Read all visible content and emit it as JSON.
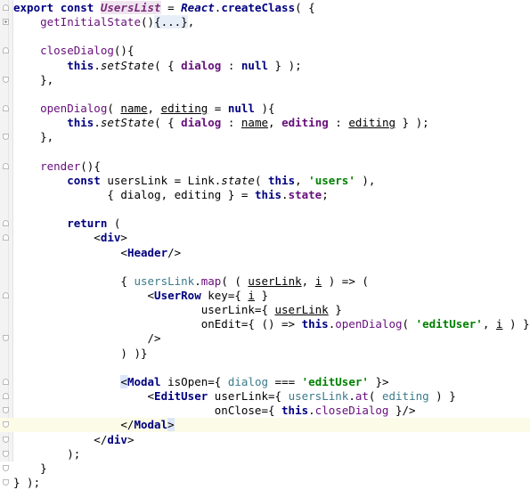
{
  "editor": {
    "language": "javascript-jsx",
    "lines": [
      {
        "kind": "fold-start",
        "segments": [
          {
            "t": "export ",
            "c": "kw"
          },
          {
            "t": "const ",
            "c": "kw"
          },
          {
            "t": "UsersList",
            "c": "usr"
          },
          {
            "t": " = ",
            "c": ""
          },
          {
            "t": "React",
            "c": "kw it"
          },
          {
            "t": ".",
            "c": ""
          },
          {
            "t": "createClass",
            "c": "kw"
          },
          {
            "t": "( {",
            "c": ""
          }
        ]
      },
      {
        "kind": "fold-plus",
        "segments": [
          {
            "t": "    getInitialState",
            "c": "mem"
          },
          {
            "t": "()",
            "c": ""
          },
          {
            "t": "{...}",
            "c": "fld"
          },
          {
            "t": ",",
            "c": ""
          }
        ]
      },
      {
        "kind": "",
        "segments": []
      },
      {
        "kind": "fold-start",
        "segments": [
          {
            "t": "    closeDialog",
            "c": "mem"
          },
          {
            "t": "(){",
            "c": ""
          }
        ]
      },
      {
        "kind": "",
        "segments": [
          {
            "t": "        this",
            "c": "kw"
          },
          {
            "t": ".",
            "c": ""
          },
          {
            "t": "setState",
            "c": "it"
          },
          {
            "t": "( { ",
            "c": ""
          },
          {
            "t": "dialog",
            "c": "prop"
          },
          {
            "t": " : ",
            "c": ""
          },
          {
            "t": "null",
            "c": "kw"
          },
          {
            "t": " } );",
            "c": ""
          }
        ]
      },
      {
        "kind": "fold-end",
        "segments": [
          {
            "t": "    },",
            "c": ""
          }
        ]
      },
      {
        "kind": "",
        "segments": []
      },
      {
        "kind": "fold-start",
        "segments": [
          {
            "t": "    openDialog",
            "c": "mem"
          },
          {
            "t": "( ",
            "c": ""
          },
          {
            "t": "name",
            "c": "und"
          },
          {
            "t": ", ",
            "c": ""
          },
          {
            "t": "editing",
            "c": "und"
          },
          {
            "t": " = ",
            "c": ""
          },
          {
            "t": "null",
            "c": "kw"
          },
          {
            "t": " ){",
            "c": ""
          }
        ]
      },
      {
        "kind": "",
        "segments": [
          {
            "t": "        this",
            "c": "kw"
          },
          {
            "t": ".",
            "c": ""
          },
          {
            "t": "setState",
            "c": "it"
          },
          {
            "t": "( { ",
            "c": ""
          },
          {
            "t": "dialog",
            "c": "prop"
          },
          {
            "t": " : ",
            "c": ""
          },
          {
            "t": "name",
            "c": "und"
          },
          {
            "t": ", ",
            "c": ""
          },
          {
            "t": "editing",
            "c": "prop"
          },
          {
            "t": " : ",
            "c": ""
          },
          {
            "t": "editing",
            "c": "und"
          },
          {
            "t": " } );",
            "c": ""
          }
        ]
      },
      {
        "kind": "fold-end",
        "segments": [
          {
            "t": "    },",
            "c": ""
          }
        ]
      },
      {
        "kind": "",
        "segments": []
      },
      {
        "kind": "fold-start",
        "segments": [
          {
            "t": "    render",
            "c": "mem"
          },
          {
            "t": "(){",
            "c": ""
          }
        ]
      },
      {
        "kind": "",
        "segments": [
          {
            "t": "        const ",
            "c": "kw"
          },
          {
            "t": "usersLink = Link.",
            "c": ""
          },
          {
            "t": "state",
            "c": "it"
          },
          {
            "t": "( ",
            "c": ""
          },
          {
            "t": "this",
            "c": "kw"
          },
          {
            "t": ", ",
            "c": ""
          },
          {
            "t": "'users'",
            "c": "str"
          },
          {
            "t": " ),",
            "c": ""
          }
        ]
      },
      {
        "kind": "",
        "segments": [
          {
            "t": "              { dialog, editing } = ",
            "c": ""
          },
          {
            "t": "this",
            "c": "kw"
          },
          {
            "t": ".",
            "c": ""
          },
          {
            "t": "state",
            "c": "prop"
          },
          {
            "t": ";",
            "c": ""
          }
        ]
      },
      {
        "kind": "",
        "segments": []
      },
      {
        "kind": "fold-start",
        "segments": [
          {
            "t": "        return ",
            "c": "kw"
          },
          {
            "t": "(",
            "c": ""
          }
        ]
      },
      {
        "kind": "fold-start",
        "segments": [
          {
            "t": "            <",
            "c": ""
          },
          {
            "t": "div",
            "c": "tag"
          },
          {
            "t": ">",
            "c": ""
          }
        ]
      },
      {
        "kind": "",
        "segments": [
          {
            "t": "                <",
            "c": ""
          },
          {
            "t": "Header",
            "c": "tag"
          },
          {
            "t": "/>",
            "c": ""
          }
        ]
      },
      {
        "kind": "",
        "segments": []
      },
      {
        "kind": "",
        "segments": [
          {
            "t": "                { ",
            "c": ""
          },
          {
            "t": "usersLink",
            "c": "grn"
          },
          {
            "t": ".",
            "c": ""
          },
          {
            "t": "map",
            "c": "mem"
          },
          {
            "t": "( ( ",
            "c": ""
          },
          {
            "t": "userLink",
            "c": "und"
          },
          {
            "t": ", ",
            "c": ""
          },
          {
            "t": "i",
            "c": "und"
          },
          {
            "t": " ) => (",
            "c": ""
          }
        ]
      },
      {
        "kind": "fold-start",
        "segments": [
          {
            "t": "                    <",
            "c": ""
          },
          {
            "t": "UserRow",
            "c": "tag"
          },
          {
            "t": " key={ ",
            "c": ""
          },
          {
            "t": "i",
            "c": "und"
          },
          {
            "t": " }",
            "c": ""
          }
        ]
      },
      {
        "kind": "",
        "segments": [
          {
            "t": "                            userLink={ ",
            "c": ""
          },
          {
            "t": "userLink",
            "c": "und"
          },
          {
            "t": " }",
            "c": ""
          }
        ]
      },
      {
        "kind": "",
        "segments": [
          {
            "t": "                            onEdit={ () => ",
            "c": ""
          },
          {
            "t": "this",
            "c": "kw"
          },
          {
            "t": ".",
            "c": ""
          },
          {
            "t": "openDialog",
            "c": "mem"
          },
          {
            "t": "( ",
            "c": ""
          },
          {
            "t": "'editUser'",
            "c": "str"
          },
          {
            "t": ", ",
            "c": ""
          },
          {
            "t": "i",
            "c": "und"
          },
          {
            "t": " ) }",
            "c": ""
          }
        ]
      },
      {
        "kind": "fold-end",
        "segments": [
          {
            "t": "                    />",
            "c": ""
          }
        ]
      },
      {
        "kind": "",
        "segments": [
          {
            "t": "                ) )}",
            "c": ""
          }
        ]
      },
      {
        "kind": "",
        "segments": []
      },
      {
        "kind": "fold-start",
        "segments": [
          {
            "t": "                ",
            "c": ""
          },
          {
            "t": "<",
            "c": "hl"
          },
          {
            "t": "Modal",
            "c": "tag"
          },
          {
            "t": " isOpen={ ",
            "c": ""
          },
          {
            "t": "dialog",
            "c": "grn"
          },
          {
            "t": " === ",
            "c": ""
          },
          {
            "t": "'editUser'",
            "c": "str"
          },
          {
            "t": " }>",
            "c": ""
          }
        ]
      },
      {
        "kind": "fold-start",
        "segments": [
          {
            "t": "                    <",
            "c": ""
          },
          {
            "t": "EditUser",
            "c": "tag"
          },
          {
            "t": " userLink={ ",
            "c": ""
          },
          {
            "t": "usersLink",
            "c": "grn"
          },
          {
            "t": ".",
            "c": ""
          },
          {
            "t": "at",
            "c": "mem"
          },
          {
            "t": "( ",
            "c": ""
          },
          {
            "t": "editing",
            "c": "grn"
          },
          {
            "t": " ) }",
            "c": ""
          }
        ]
      },
      {
        "kind": "fold-end",
        "segments": [
          {
            "t": "                              onClose={ ",
            "c": ""
          },
          {
            "t": "this",
            "c": "kw"
          },
          {
            "t": ".",
            "c": ""
          },
          {
            "t": "closeDialog",
            "c": "mem"
          },
          {
            "t": " }/>",
            "c": ""
          }
        ]
      },
      {
        "kind": "fold-end caret",
        "segments": [
          {
            "t": "                </",
            "c": ""
          },
          {
            "t": "Modal",
            "c": "tag"
          },
          {
            "t": ">",
            "c": "hl"
          }
        ]
      },
      {
        "kind": "fold-end",
        "segments": [
          {
            "t": "            </",
            "c": ""
          },
          {
            "t": "div",
            "c": "tag"
          },
          {
            "t": ">",
            "c": ""
          }
        ]
      },
      {
        "kind": "fold-end",
        "segments": [
          {
            "t": "        );",
            "c": ""
          }
        ]
      },
      {
        "kind": "fold-end",
        "segments": [
          {
            "t": "    }",
            "c": ""
          }
        ]
      },
      {
        "kind": "fold-end",
        "segments": [
          {
            "t": "} );",
            "c": ""
          }
        ]
      }
    ]
  }
}
